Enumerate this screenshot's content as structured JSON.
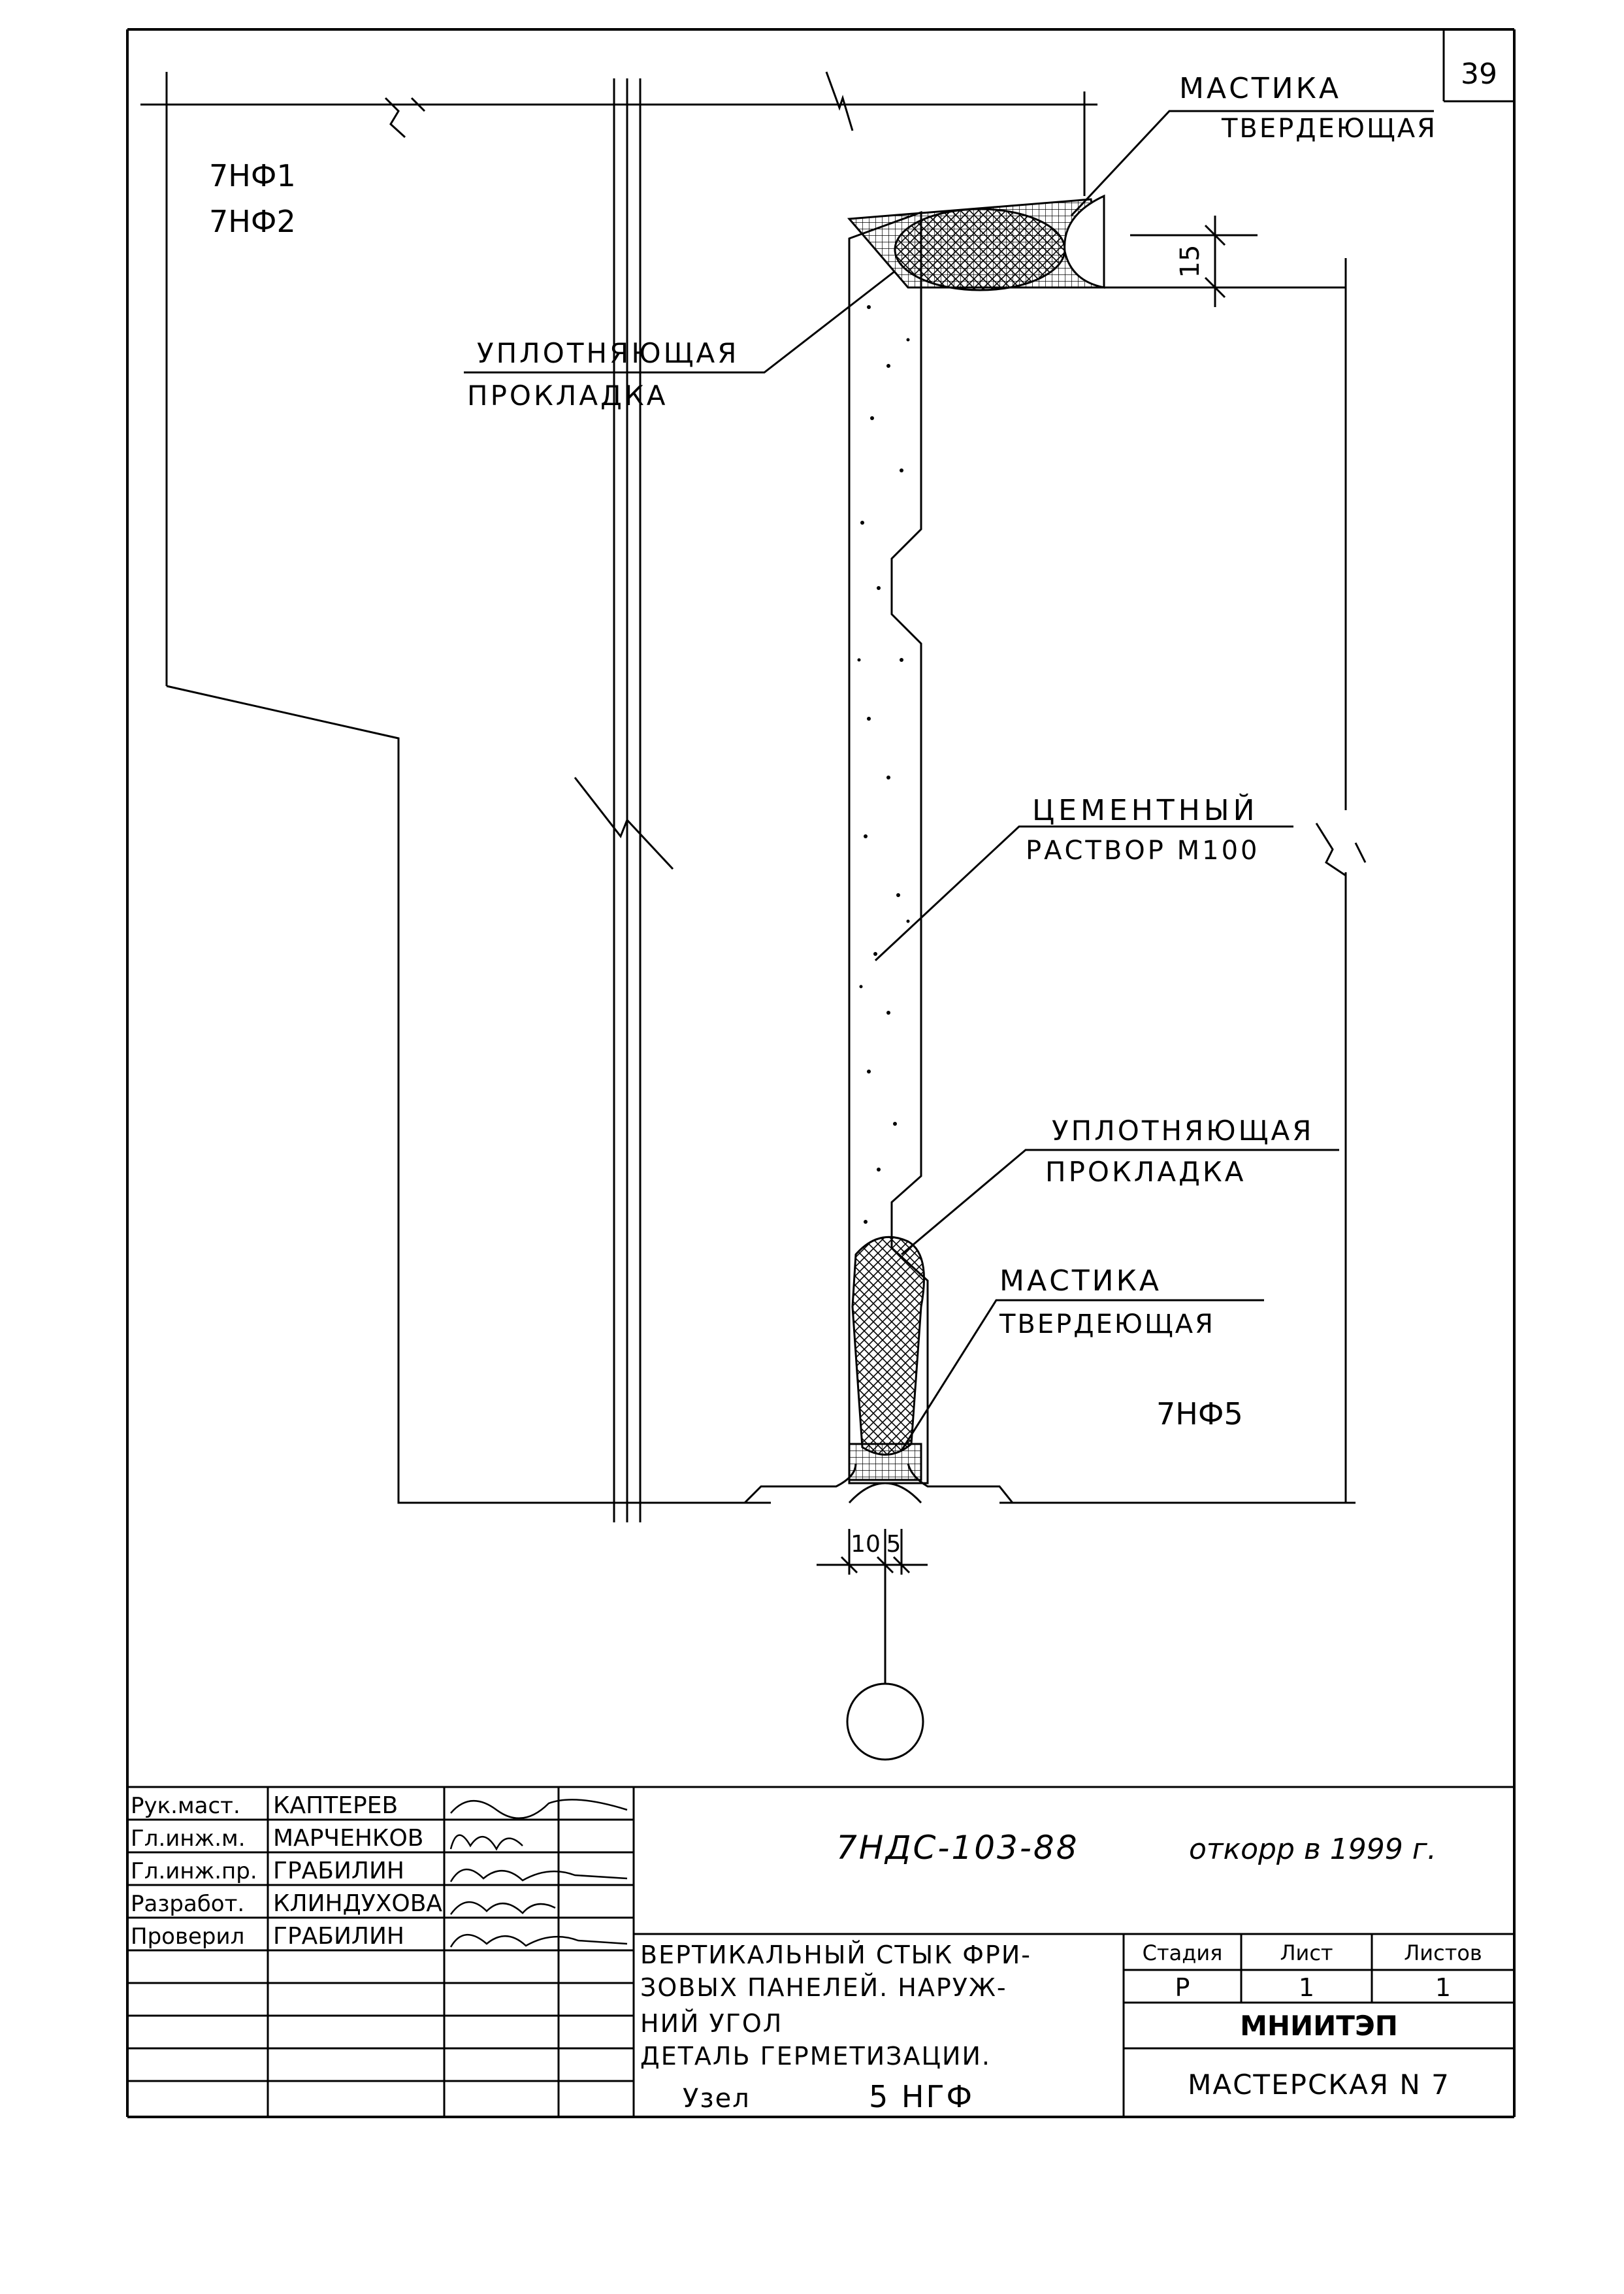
{
  "sheet": {
    "number": "39"
  },
  "labels": {
    "mastic_top_1": "МАСТИКА",
    "mastic_top_2": "ТВЕРДЕЮЩАЯ",
    "panel_left_1": "7НФ1",
    "panel_left_2": "7НФ2",
    "seal_top_1": "УПЛОТНЯЮЩАЯ",
    "seal_top_2": "ПРОКЛАДКА",
    "mortar_1": "ЦЕМЕНТНЫЙ",
    "mortar_2": "РАСТВОР М100",
    "seal_bottom_1": "УПЛОТНЯЮЩАЯ",
    "seal_bottom_2": "ПРОКЛАДКА",
    "mastic_bottom_1": "МАСТИКА",
    "mastic_bottom_2": "ТВЕРДЕЮЩАЯ",
    "panel_right": "7НФ5",
    "dim_15": "15",
    "dim_10": "10",
    "dim_5": "5"
  },
  "title_block": {
    "roles": [
      "Рук.маст.",
      "Гл.инж.м.",
      "Гл.инж.пр.",
      "Разработ.",
      "Проверил"
    ],
    "names": [
      "КАПТЕРЕВ",
      "МАРЧЕНКОВ",
      "ГРАБИЛИН",
      "КЛИНДУХОВА",
      "ГРАБИЛИН"
    ],
    "code": "7НДС-103-88",
    "revision": "откорр в 1999 г.",
    "title_line_1": "ВЕРТИКАЛЬНЫЙ СТЫК ФРИ-",
    "title_line_2": "ЗОВЫХ ПАНЕЛЕЙ. НАРУЖ-",
    "title_line_3": "НИЙ УГОЛ",
    "title_line_4": "ДЕТАЛЬ ГЕРМЕТИЗАЦИИ.",
    "node_label": "Узел",
    "node_number": "5 НГФ",
    "stage_header": "Стадия",
    "sheet_header": "Лист",
    "sheets_header": "Листов",
    "stage_value": "Р",
    "sheet_value": "1",
    "sheets_value": "1",
    "organization": "МНИИТЭП",
    "workshop": "МАСТЕРСКАЯ N 7"
  }
}
